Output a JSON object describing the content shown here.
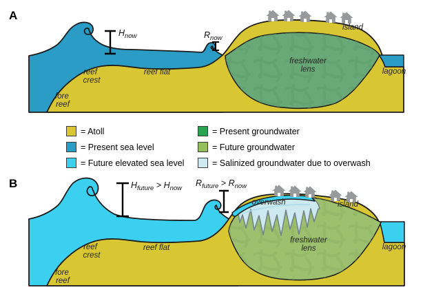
{
  "figure": {
    "panel_a_letter": "A",
    "panel_b_letter": "B"
  },
  "panelA": {
    "h_label": {
      "m1": "H",
      "s1": "now"
    },
    "r_label": {
      "m1": "R",
      "s1": "now"
    },
    "reef_crest_l1": "reef",
    "reef_crest_l2": "crest",
    "reef_flat": "reef flat",
    "fore_reef_l1": "fore",
    "fore_reef_l2": "reef",
    "island": "island",
    "lens_l1": "freshwater",
    "lens_l2": "lens",
    "lagoon": "lagoon"
  },
  "panelB": {
    "h_label": {
      "m1": "H",
      "s1": "future",
      "mid": " > ",
      "m2": "H",
      "s2": "now"
    },
    "r_label": {
      "m1": "R",
      "s1": "future",
      "mid": " > ",
      "m2": "R",
      "s2": "now"
    },
    "overwash": "overwash",
    "reef_crest_l1": "reef",
    "reef_crest_l2": "crest",
    "reef_flat": "reef flat",
    "fore_reef_l1": "fore",
    "fore_reef_l2": "reef",
    "island": "island",
    "lens_l1": "freshwater",
    "lens_l2": "lens",
    "lagoon": "lagoon"
  },
  "legend": {
    "items": [
      {
        "label": "= Atoll",
        "color": "#d8c632"
      },
      {
        "label": "= Present sea level",
        "color": "#2a9cc6"
      },
      {
        "label": "= Future elevated sea level",
        "color": "#3bd0ef"
      },
      {
        "label": "= Present groundwater",
        "color": "#2aa350"
      },
      {
        "label": "= Future groundwater",
        "color": "#95bf5d"
      },
      {
        "label": "= Salinized groundwater due to overwash",
        "color": "#cfe9f0"
      }
    ]
  },
  "colors": {
    "lens_present": "#69a877",
    "lens_present_texture": "#5d9d6c",
    "lens_future": "#9dc06f",
    "lens_future_texture": "#8cb162",
    "house": "#98999b",
    "salinized_fill": "#cde9ef"
  }
}
